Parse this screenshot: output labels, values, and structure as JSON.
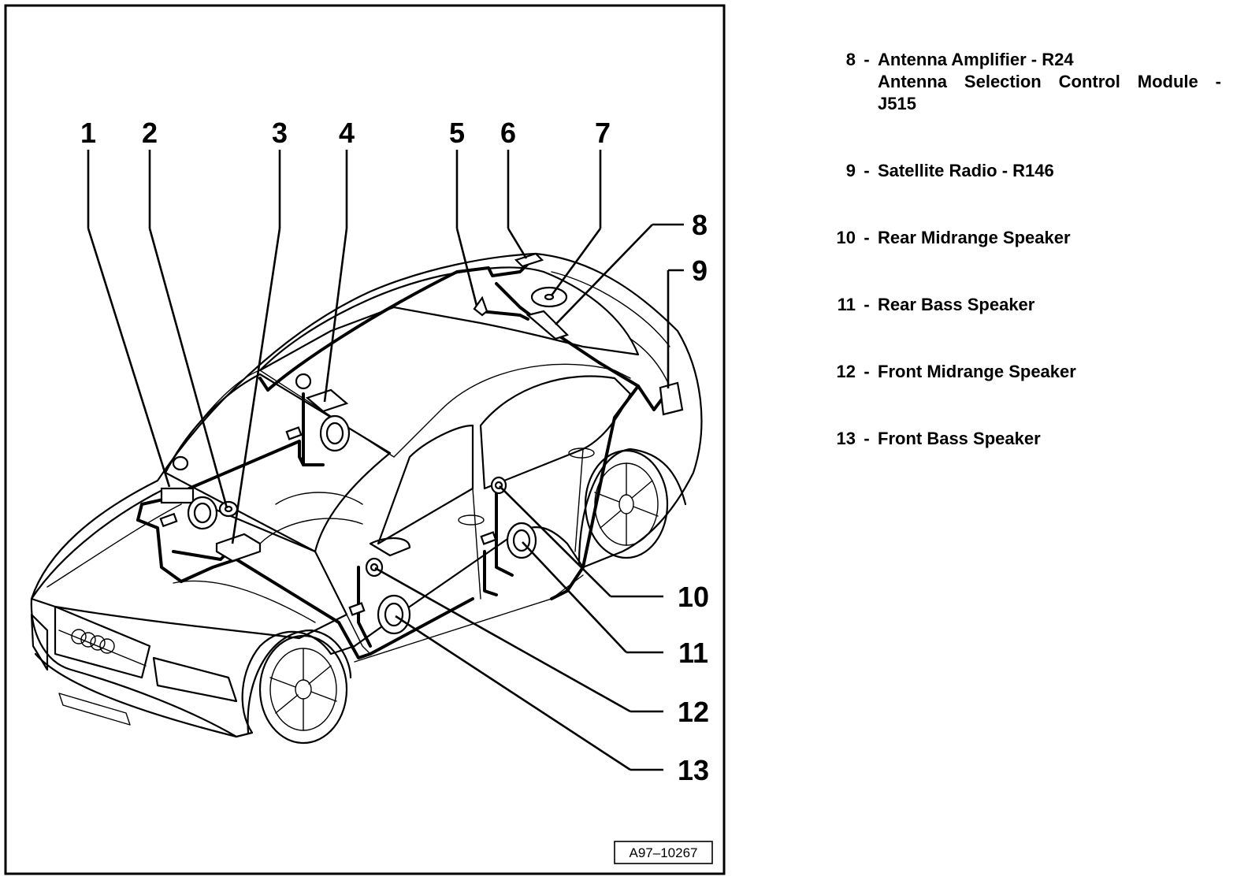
{
  "diagram": {
    "callouts": [
      {
        "id": "1",
        "label": "1"
      },
      {
        "id": "2",
        "label": "2"
      },
      {
        "id": "3",
        "label": "3"
      },
      {
        "id": "4",
        "label": "4"
      },
      {
        "id": "5",
        "label": "5"
      },
      {
        "id": "6",
        "label": "6"
      },
      {
        "id": "7",
        "label": "7"
      },
      {
        "id": "8",
        "label": "8"
      },
      {
        "id": "9",
        "label": "9"
      },
      {
        "id": "10",
        "label": "10"
      },
      {
        "id": "11",
        "label": "11"
      },
      {
        "id": "12",
        "label": "12"
      },
      {
        "id": "13",
        "label": "13"
      }
    ],
    "reference_code": "A97–10267"
  },
  "legend": [
    {
      "num": "8",
      "lines": [
        "Antenna Amplifier - R24",
        "Antenna Selection Control Module -",
        "J515"
      ]
    },
    {
      "num": "9",
      "lines": [
        "Satellite Radio - R146"
      ]
    },
    {
      "num": "10",
      "lines": [
        "Rear Midrange Speaker"
      ]
    },
    {
      "num": "11",
      "lines": [
        "Rear Bass Speaker"
      ]
    },
    {
      "num": "12",
      "lines": [
        "Front Midrange Speaker"
      ]
    },
    {
      "num": "13",
      "lines": [
        "Front Bass Speaker"
      ]
    }
  ]
}
